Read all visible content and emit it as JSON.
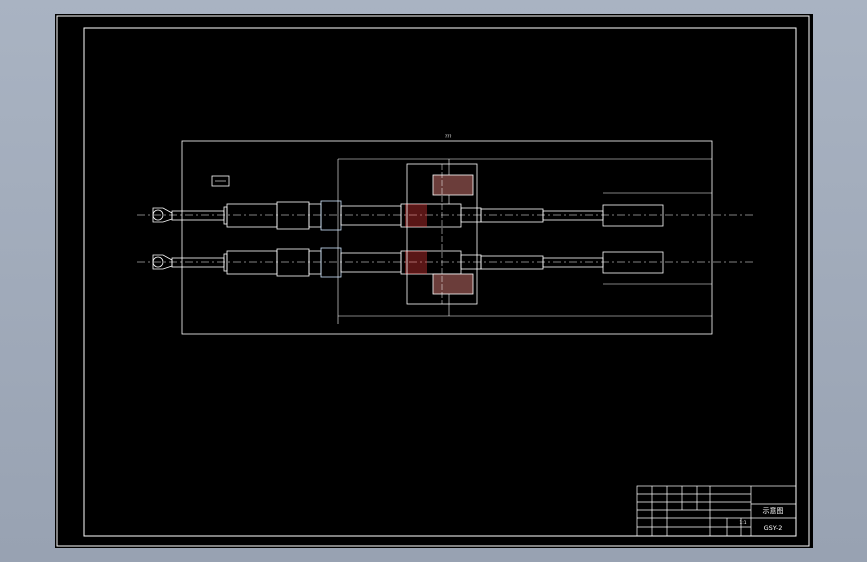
{
  "drawing": {
    "view_title": "示意图",
    "drawing_number": "GSY-2",
    "scale": "1:1"
  }
}
